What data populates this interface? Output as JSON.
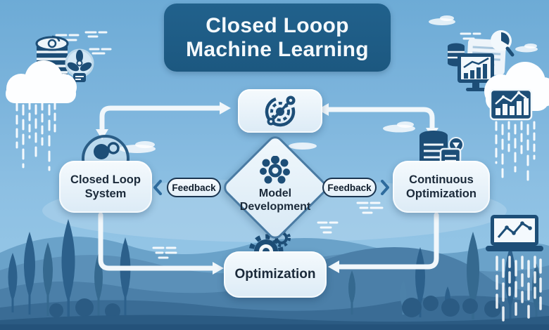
{
  "title": {
    "line1": "Closed Looop",
    "line2": "Machine Learning"
  },
  "diagram": {
    "top_node": {
      "icon": "orbit-sync-icon"
    },
    "left_node": {
      "label": "Closed Loop System",
      "icon": "agent-person-icon"
    },
    "center_node": {
      "label": "Model Development",
      "icon": "data-cluster-icon"
    },
    "right_node": {
      "label": "Continuous Optimization",
      "icon": "database-document-icon"
    },
    "bottom_node": {
      "label": "Optimization",
      "icon": "gear-icon"
    },
    "feedback_left": {
      "label": "Feedback"
    },
    "feedback_right": {
      "label": "Feedback"
    }
  },
  "decorations": {
    "top_left": [
      "cloud-icon",
      "database-coil-icon",
      "fan-bot-icon",
      "rain-dashes"
    ],
    "top_right": [
      "document-icon",
      "monitor-bar-chart-icon",
      "database-icon",
      "magnifier-icon",
      "cloud-icon",
      "analytics-card-icon",
      "rain-dashes"
    ],
    "bottom_right": [
      "laptop-line-chart-icon",
      "data-rain-dashes"
    ],
    "background": [
      "hills",
      "trees",
      "bushes",
      "small-clouds",
      "speed-line-dashes"
    ]
  },
  "colors": {
    "banner": "#1E5B85",
    "sky_top": "#6DABD6",
    "node_fill": "#EAF3FA",
    "icon_navy": "#1D4E77",
    "diamond_border": "#4A7BA3",
    "arrow": "#F1F7FB",
    "pill_border": "#1B3550",
    "text_dark": "#1B2A3A"
  }
}
